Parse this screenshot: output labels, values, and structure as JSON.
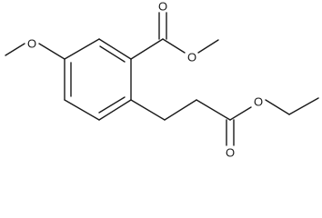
{
  "structure": {
    "atoms": {
      "methoxy_oxygen": "O",
      "ester_carbonyl_oxygen_top": "O",
      "ester_ether_oxygen_top": "O",
      "ester_ether_oxygen_right": "O",
      "ester_carbonyl_oxygen_bottom": "O"
    }
  }
}
